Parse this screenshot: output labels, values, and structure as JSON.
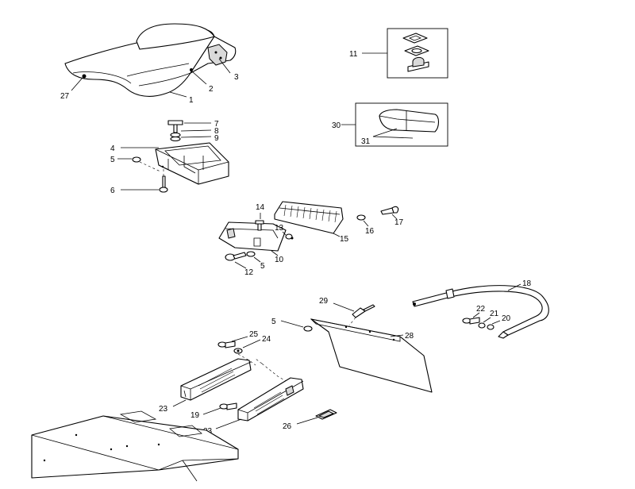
{
  "callouts": {
    "c1": "1",
    "c2": "2",
    "c3": "3",
    "c4": "4",
    "c5a": "5",
    "c5b": "5",
    "c5c": "5",
    "c6": "6",
    "c7": "7",
    "c8": "8",
    "c9": "9",
    "c10": "10",
    "c11": "11",
    "c12": "12",
    "c13": "13",
    "c14": "14",
    "c15": "15",
    "c16": "16",
    "c17": "17",
    "c18": "18",
    "c19": "19",
    "c20": "20",
    "c21": "21",
    "c22": "22",
    "c23a": "23",
    "c23b": "23",
    "c24": "24",
    "c25": "25",
    "c26": "26",
    "c27": "27",
    "c28": "28",
    "c29": "29",
    "c30": "30",
    "c31": "31"
  }
}
